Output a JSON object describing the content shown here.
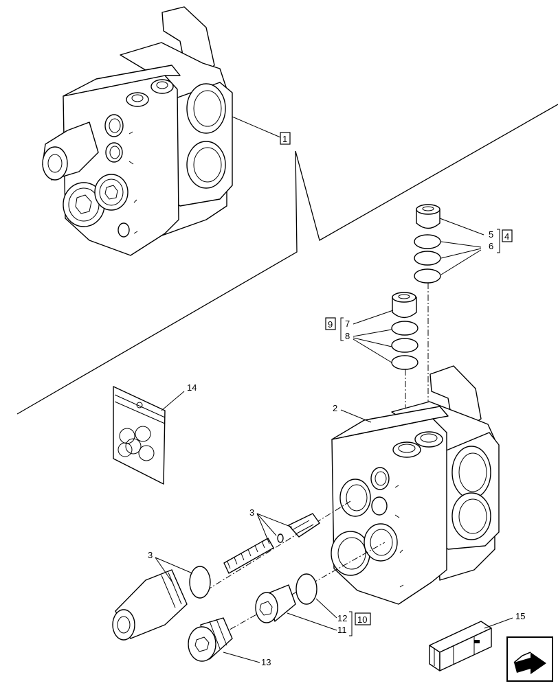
{
  "callouts": {
    "c1": "1",
    "c2": "2",
    "c3a": "3",
    "c3b": "3",
    "c4": "4",
    "c5": "5",
    "c6": "6",
    "c7": "7",
    "c8": "8",
    "c9": "9",
    "c10": "10",
    "c11": "11",
    "c12": "12",
    "c13": "13",
    "c14": "14",
    "c15": "15"
  },
  "icons": {
    "nav": "arrow-next-page-icon",
    "crate": "shipping-crate-icon",
    "kit": "seal-kit-bag-icon"
  }
}
